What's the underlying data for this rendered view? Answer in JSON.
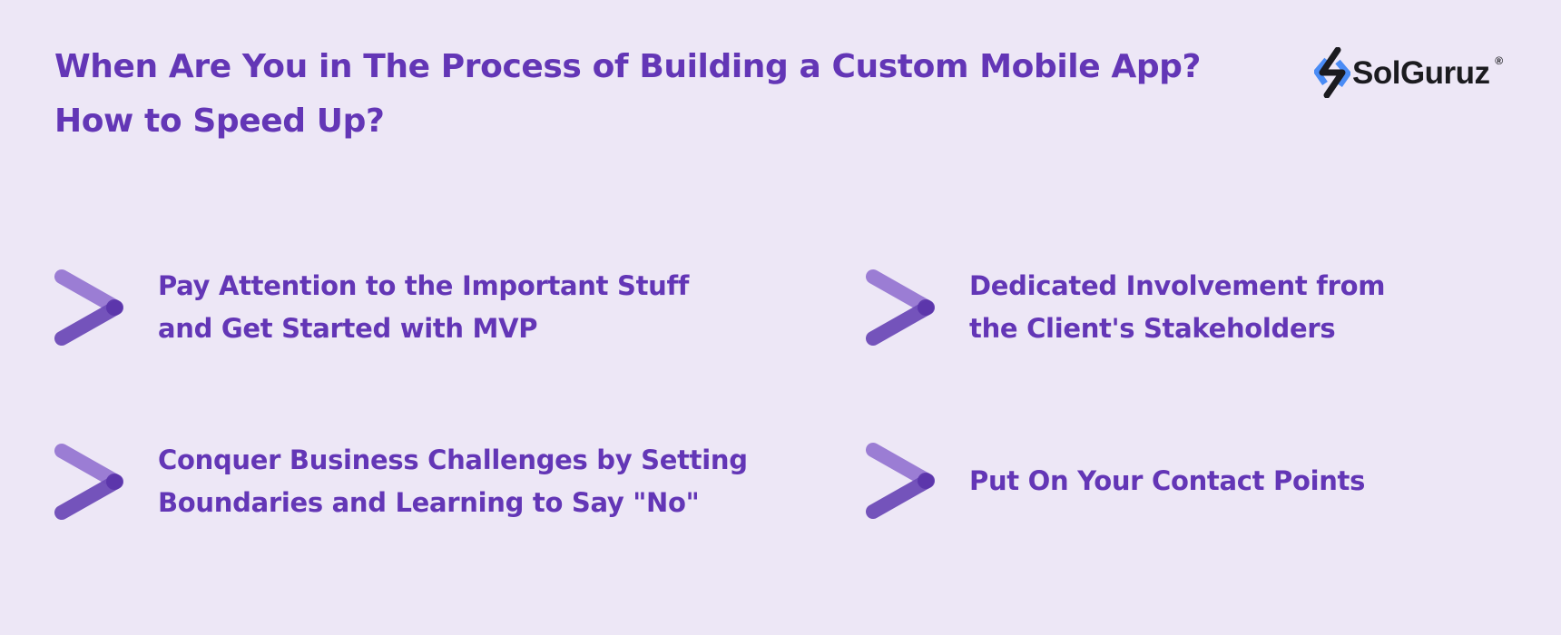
{
  "header": {
    "title_lines": [
      "When Are You in The Process of Building a Custom Mobile App?",
      "How to Speed Up?"
    ]
  },
  "logo": {
    "icon": "solguruz-logo-icon",
    "text": "SolGuruz",
    "registered_mark": "®"
  },
  "colors": {
    "background": "#ede7f6",
    "accent_text": "#6336b6",
    "chevron_upper": "#9b7dd4",
    "chevron_lower": "#6e4cb8",
    "chevron_overlap": "#5a34aa",
    "logo_blue": "#4a8cf5",
    "logo_dark": "#1b1b1f"
  },
  "items": [
    {
      "icon": "chevron-right-icon",
      "lines": [
        "Pay Attention to the Important Stuff",
        "and Get Started with MVP"
      ]
    },
    {
      "icon": "chevron-right-icon",
      "lines": [
        "Dedicated Involvement from",
        "the Client's Stakeholders"
      ]
    },
    {
      "icon": "chevron-right-icon",
      "lines": [
        "Conquer Business Challenges by Setting",
        "Boundaries and Learning to Say \"No\""
      ]
    },
    {
      "icon": "chevron-right-icon",
      "lines": [
        "Put On Your Contact Points"
      ]
    }
  ]
}
